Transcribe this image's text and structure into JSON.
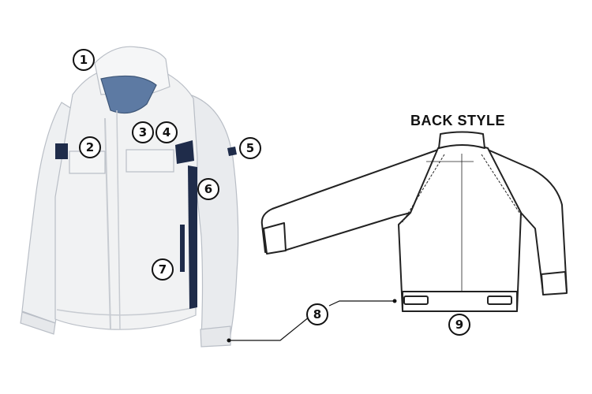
{
  "back_style_label": "BACK STYLE",
  "callouts": {
    "c1": "1",
    "c2": "2",
    "c3": "3",
    "c4": "4",
    "c5": "5",
    "c6": "6",
    "c7": "7",
    "c8": "8",
    "c9": "9"
  },
  "colors": {
    "jacket_body": "#f1f2f3",
    "jacket_shadow": "#d5d8dc",
    "navy_accent": "#1f2c4a",
    "collar_inner_blue": "#5d7aa3",
    "outline": "#222222"
  }
}
